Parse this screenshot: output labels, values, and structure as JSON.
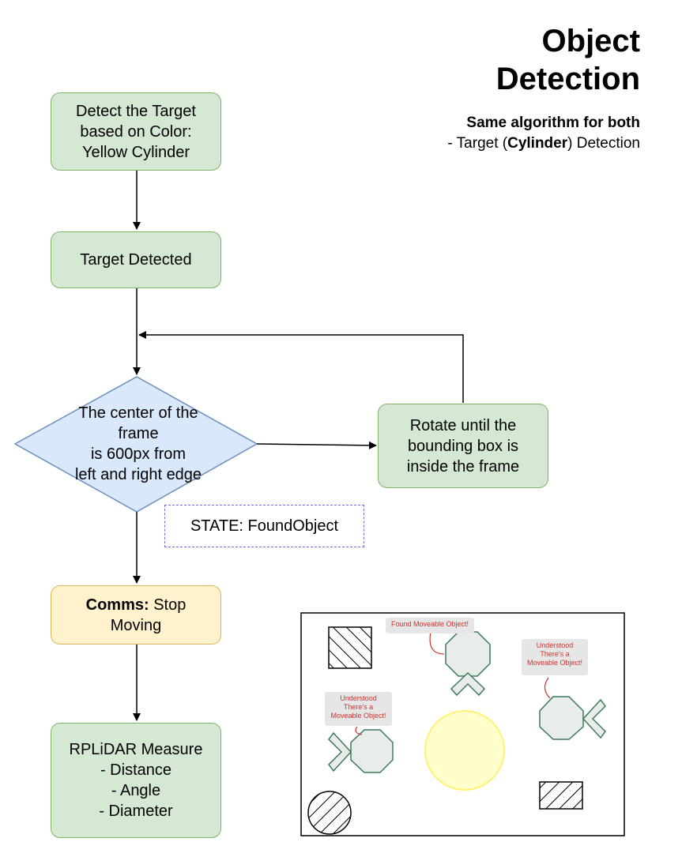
{
  "title": {
    "line1": "Object",
    "line2": "Detection"
  },
  "note": {
    "line1": "Same algorithm for both",
    "line2_prefix": "- Target (",
    "line2_bold": "Cylinder",
    "line2_suffix": ") Detection"
  },
  "flow": {
    "detect": [
      "Detect the Target",
      "based on Color:",
      "Yellow Cylinder"
    ],
    "detected": "Target Detected",
    "decision": [
      "The center of the",
      "frame",
      "is 600px from",
      "left and right edge"
    ],
    "rotate": [
      "Rotate until the",
      "bounding box is",
      "inside the frame"
    ],
    "state": "STATE: FoundObject",
    "comms_bold": "Comms:",
    "comms_rest": " Stop",
    "comms_line2": "Moving",
    "measure": [
      "RPLiDAR Measure",
      "- Distance",
      "- Angle",
      "- Diameter"
    ]
  },
  "scene": {
    "bubble_found": "Found Moveable Object!",
    "bubble_understood_right": [
      "Understood",
      "There's a",
      "Moveable Object!"
    ],
    "bubble_understood_left": [
      "Understood",
      "There's a",
      "Moveable Object!"
    ]
  },
  "colors": {
    "green_fill": "#d5e8d4",
    "green_border": "#82b366",
    "yellow_fill": "#fff2cc",
    "yellow_border": "#d6b656",
    "diamond_fill": "#dae8fc",
    "diamond_border": "#6c8ebf",
    "robot_fill": "#e8ede9",
    "robot_border": "#3d7a5a",
    "cylinder_fill": "#ffffcc",
    "cylinder_border": "#fff176",
    "bubble_text": "#d0312d"
  }
}
